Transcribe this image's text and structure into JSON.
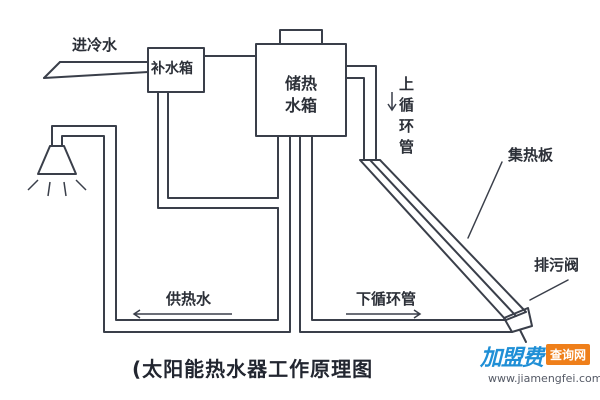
{
  "diagram": {
    "labels": {
      "cold_water_in": "进冷水",
      "makeup_tank": "补水箱",
      "storage_tank_line1": "储热",
      "storage_tank_line2": "水箱",
      "upper_circulation_pipe": "上循环管",
      "collector_panel": "集热板",
      "drain_valve": "排污阀",
      "hot_water_supply": "供热水",
      "lower_circulation_pipe": "下循环管"
    },
    "caption": "(太阳能热水器工作原理图"
  },
  "watermark": {
    "brand": "加盟费",
    "tag": "查询网",
    "url": "www.jiamengfei.com"
  }
}
